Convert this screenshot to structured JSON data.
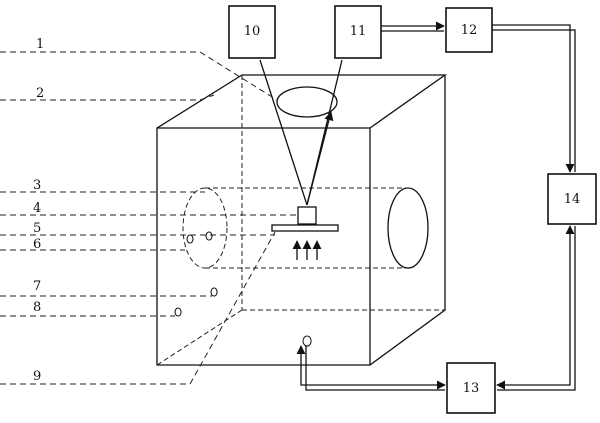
{
  "callouts": [
    "1",
    "2",
    "3",
    "4",
    "5",
    "6",
    "7",
    "8",
    "9"
  ],
  "boxes": [
    "10",
    "11",
    "12",
    "13",
    "14"
  ]
}
